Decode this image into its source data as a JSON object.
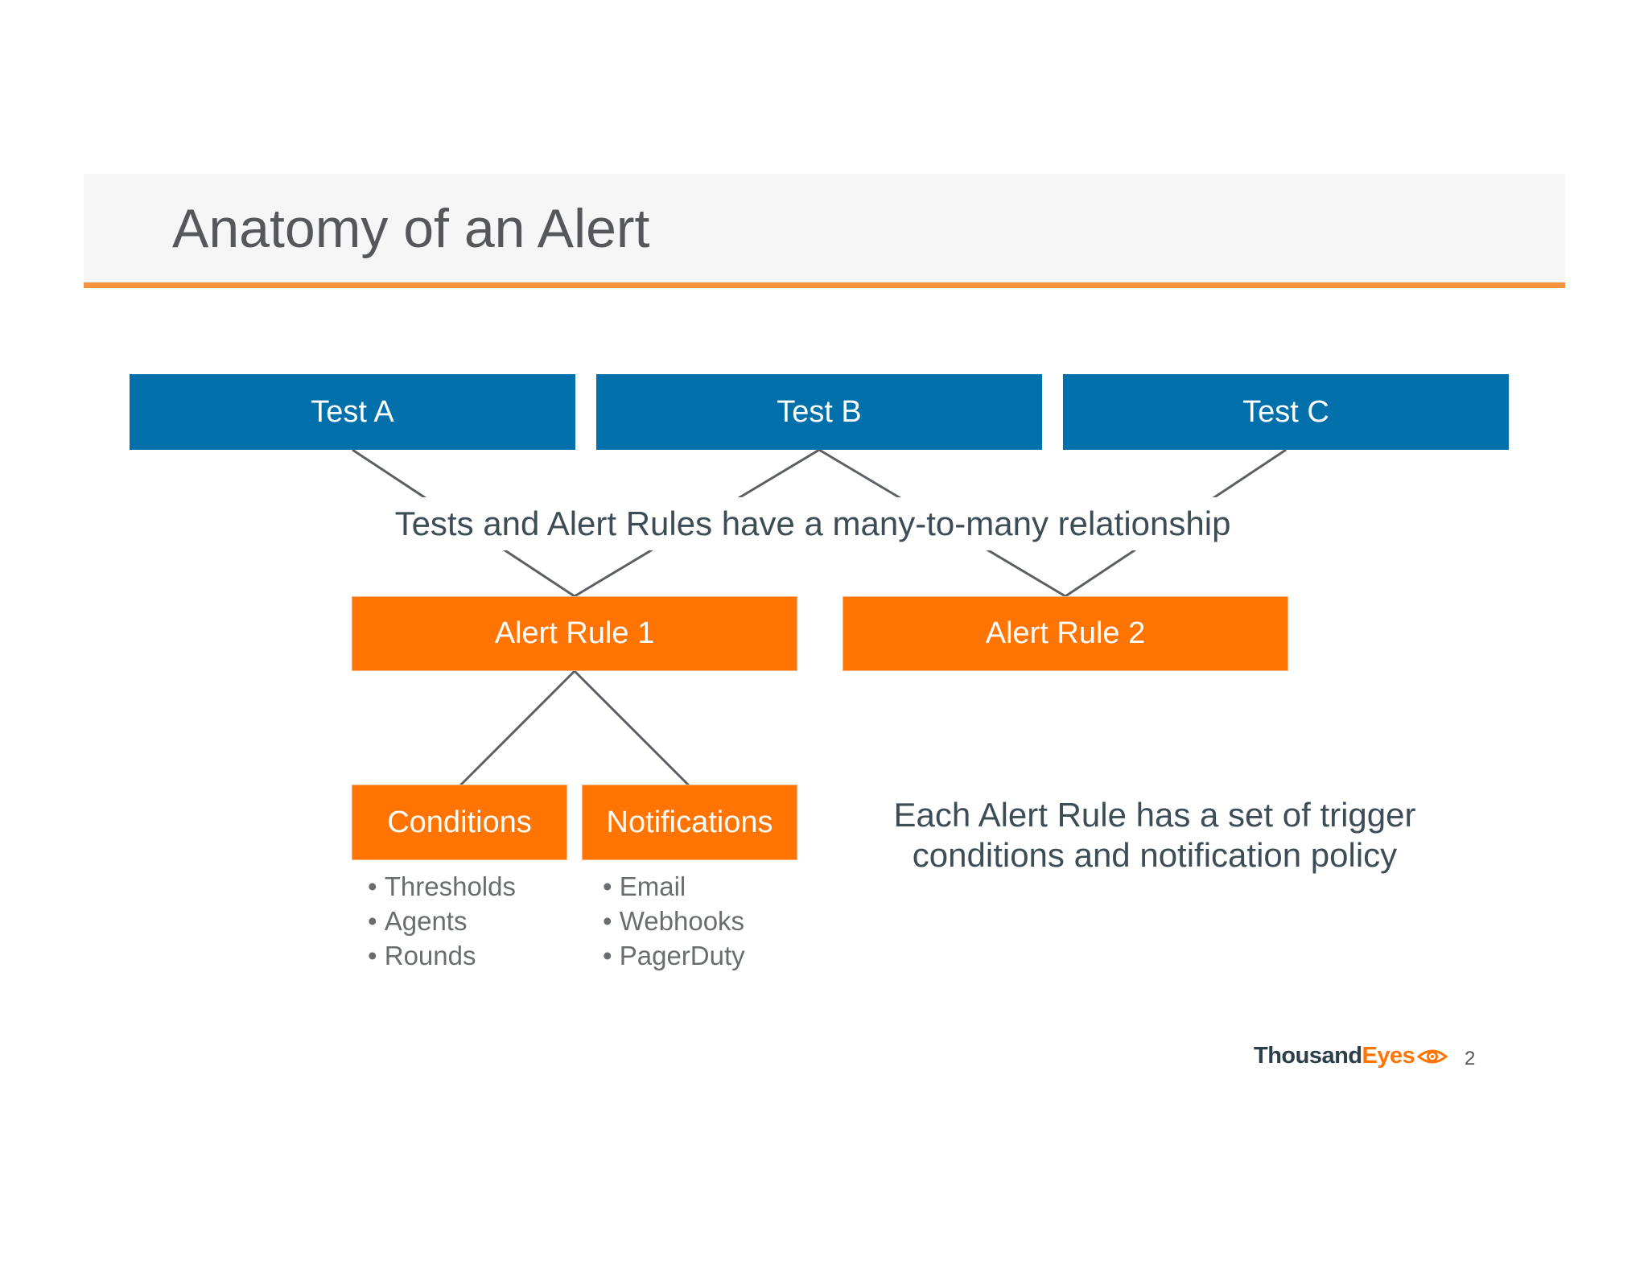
{
  "title": "Anatomy of an Alert",
  "tests": [
    "Test A",
    "Test B",
    "Test C"
  ],
  "relationship_caption": "Tests and Alert Rules have a many-to-many relationship",
  "alert_rules": [
    "Alert Rule 1",
    "Alert Rule 2"
  ],
  "components": {
    "conditions": {
      "label": "Conditions",
      "items": [
        "Thresholds",
        "Agents",
        "Rounds"
      ]
    },
    "notifications": {
      "label": "Notifications",
      "items": [
        "Email",
        "Webhooks",
        "PagerDuty"
      ]
    }
  },
  "rule_caption_line1": "Each Alert Rule has a set of trigger",
  "rule_caption_line2": "conditions and notification policy",
  "logo": {
    "part1": "Thousand",
    "part2": "Eyes",
    "icon": "eye-icon"
  },
  "page_number": "2",
  "colors": {
    "test_box": "#0170ab",
    "alert_box": "#ff7403",
    "accent_rule": "#f4923f",
    "title_text": "#55575a",
    "connector": "#5c5f63"
  }
}
